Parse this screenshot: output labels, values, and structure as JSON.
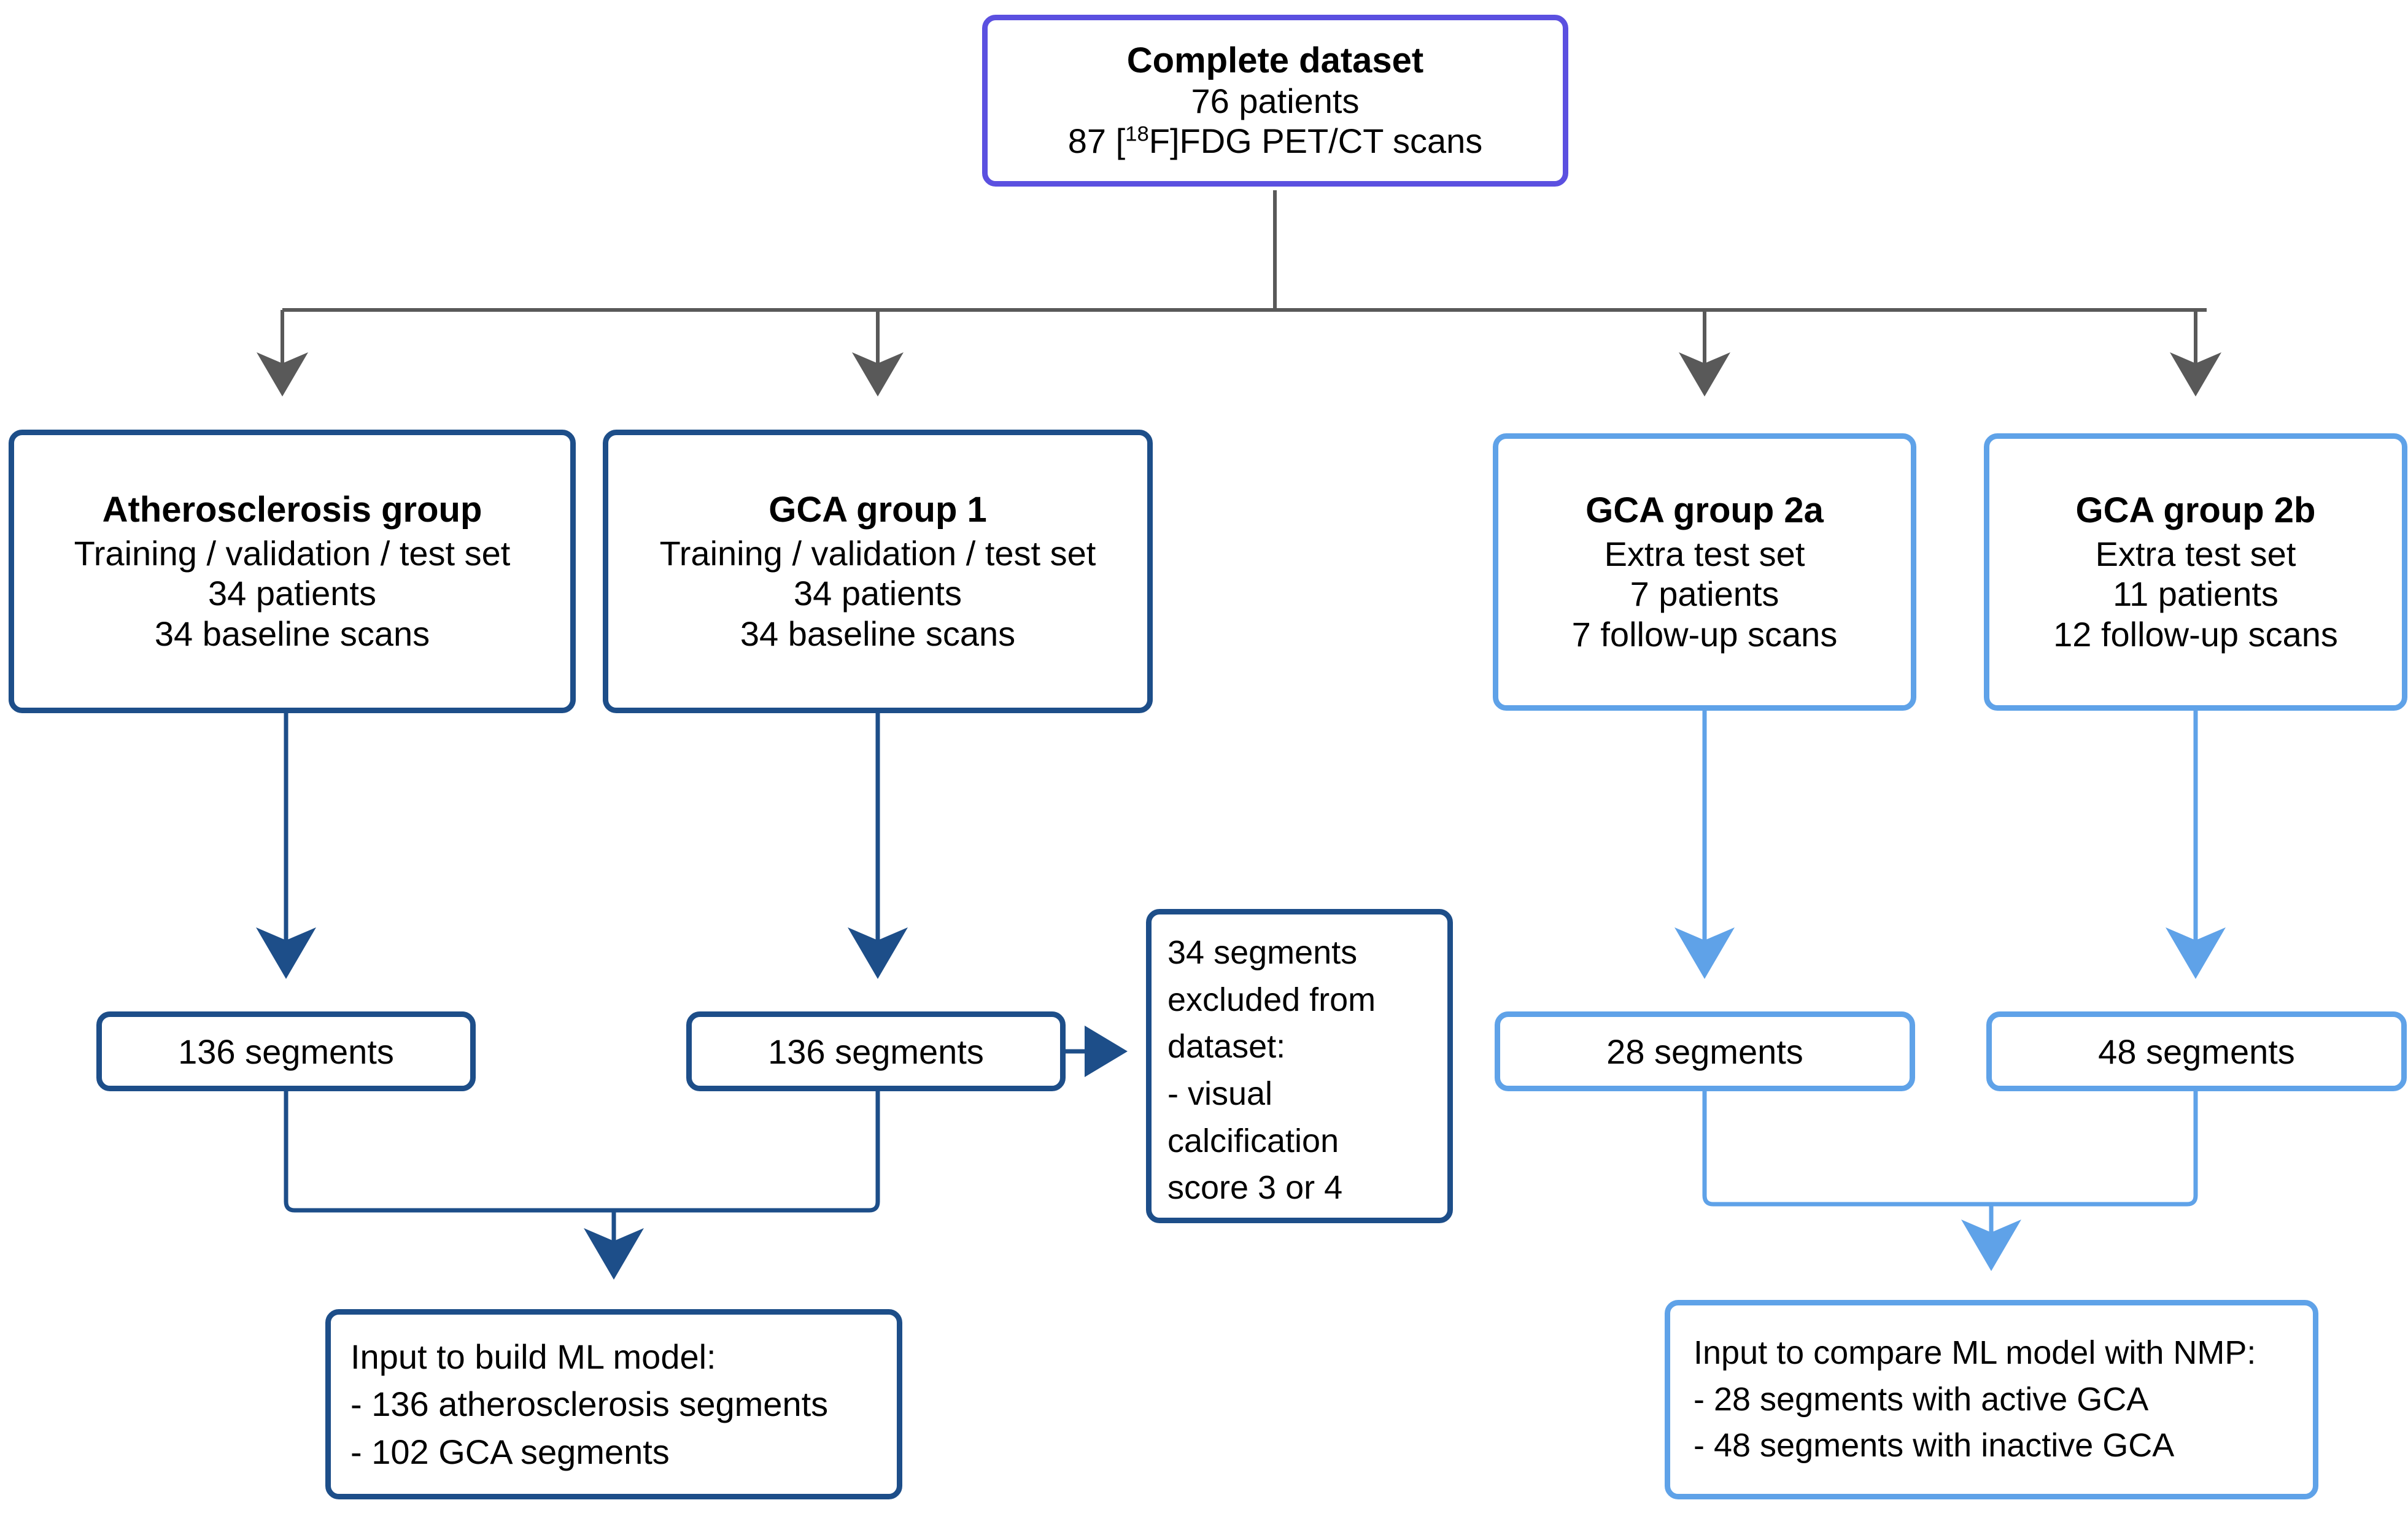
{
  "diagram": {
    "type": "flowchart",
    "title": "Study dataset flow diagram",
    "colors": {
      "root_border": "#5b50e0",
      "atherosclerosis_border": "#1d4e89",
      "gca_extra_border": "#5fa2e8",
      "connector_gray": "#595959",
      "connector_dark_blue": "#1d4e89",
      "connector_light_blue": "#5fa2e8",
      "background": "#ffffff",
      "text": "#000000"
    }
  },
  "nodes": {
    "complete_dataset": {
      "title": "Complete dataset",
      "line1": "76 patients",
      "line2_prefix": "87 [",
      "line2_sup": "18",
      "line2_suffix": "F]FDG PET/CT scans"
    },
    "atherosclerosis_group": {
      "title": "Atherosclerosis group",
      "line1": "Training / validation / test set",
      "line2": "34 patients",
      "line3": "34 baseline scans"
    },
    "gca_group_1": {
      "title": "GCA group 1",
      "line1": "Training / validation / test set",
      "line2": "34 patients",
      "line3": "34 baseline scans"
    },
    "gca_group_2a": {
      "title": "GCA group 2a",
      "line1": "Extra test set",
      "line2": "7 patients",
      "line3": "7 follow-up scans"
    },
    "gca_group_2b": {
      "title": "GCA group 2b",
      "line1": "Extra test set",
      "line2": "11 patients",
      "line3": "12 follow-up scans"
    },
    "segments_atherosclerosis": {
      "label": "136 segments"
    },
    "segments_gca1": {
      "label": "136 segments"
    },
    "segments_gca2a": {
      "label": "28 segments"
    },
    "segments_gca2b": {
      "label": "48 segments"
    },
    "excluded": {
      "line1": "34 segments",
      "line2": "excluded from",
      "line3": "dataset:",
      "line4": "- visual",
      "line5": "calcification",
      "line6": "score 3 or 4"
    },
    "output_ml_model": {
      "line1": "Input to build ML model:",
      "line2": "- 136 atherosclerosis segments",
      "line3": "- 102 GCA segments"
    },
    "output_compare_nmp": {
      "line1": "Input to compare ML model with NMP:",
      "line2": "- 28 segments with active GCA",
      "line3": "- 48 segments with inactive GCA"
    }
  }
}
